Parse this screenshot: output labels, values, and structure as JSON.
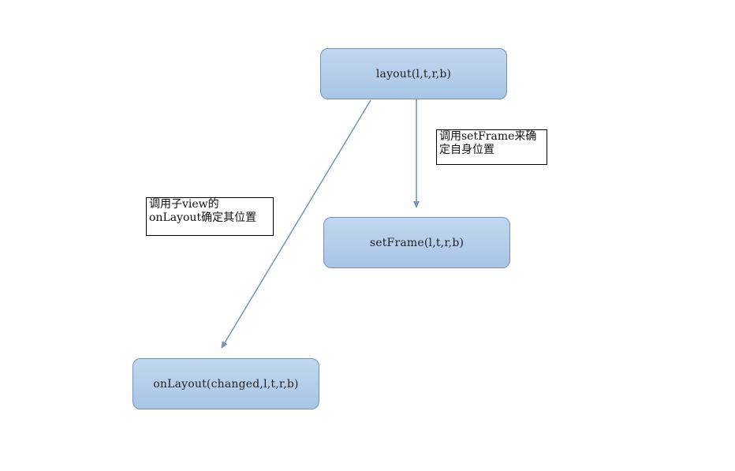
{
  "nodes": {
    "layout": {
      "label": "layout(l,t,r,b)"
    },
    "setframe": {
      "label": "setFrame(l,t,r,b)"
    },
    "onlayout": {
      "label": "onLayout(changed,l,t,r,b)"
    }
  },
  "notes": {
    "setframe": {
      "line1": "调用setFrame来确",
      "line2": "定自身位置"
    },
    "onlayout": {
      "line1": "调用子view的",
      "line2": "onLayout确定其位置"
    }
  },
  "colors": {
    "node_fill_top": "#c2d7ee",
    "node_fill_bottom": "#a8c5e6",
    "node_border": "#6f94c2",
    "arrow": "#6f94c2"
  }
}
